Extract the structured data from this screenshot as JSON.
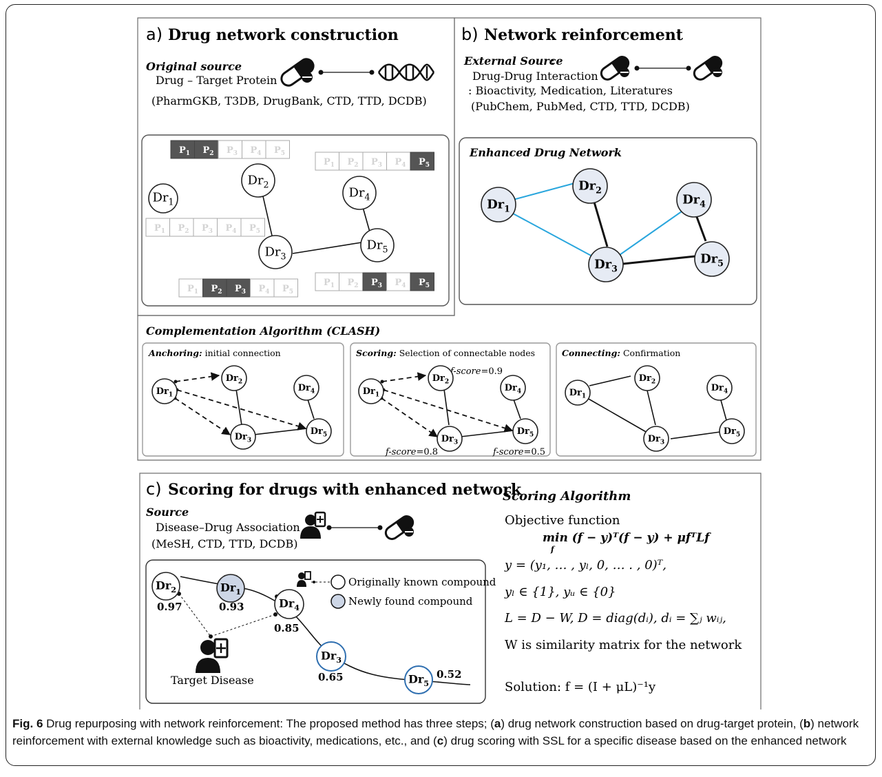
{
  "panel_a": {
    "letter": "a)",
    "title": "Drug network construction",
    "source_heading": "Original source",
    "source_line": "Drug – Target Protein",
    "databases": "(PharmGKB, T3DB, DrugBank, CTD, TTD, DCDB)",
    "protein_sub": [
      "1",
      "2",
      "3",
      "4",
      "5"
    ]
  },
  "panel_b": {
    "letter": "b)",
    "title": "Network reinforcement",
    "source_heading": "External Source",
    "source_colon": ":",
    "source_line": "Drug-Drug Interaction",
    "source_line2": ": Bioactivity, Medication, Literatures",
    "databases": "(PubChem, PubMed, CTD, TTD, DCDB)",
    "network_title": "Enhanced Drug Network"
  },
  "clash": {
    "title": "Complementation Algorithm (CLASH)",
    "steps": [
      {
        "name": "Anchoring:",
        "desc": " initial connection"
      },
      {
        "name": "Scoring:",
        "desc": " Selection of connectable nodes"
      },
      {
        "name": "Connecting:",
        "desc": " Confirmation"
      }
    ],
    "fscore_label": "f-score",
    "fscores": [
      "=0.9",
      "=0.8",
      "=0.5"
    ]
  },
  "panel_c": {
    "letter": "c)",
    "title": "Scoring for drugs with enhanced network",
    "source_heading": "Source",
    "source_line": "Disease–Drug Association",
    "databases": "(MeSH, CTD, TTD, DCDB)",
    "legend": [
      "Originally known compound",
      "Newly found compound"
    ],
    "target_label": "Target Disease",
    "scores": [
      "0.97",
      "0.93",
      "0.85",
      "0.65",
      "0.52"
    ]
  },
  "algorithm": {
    "title": "Scoring Algorithm",
    "objective_label": "Objective function",
    "objective": "min (f − y)ᵀ(f − y) + μfᵀLf",
    "objective_sub": "f",
    "line_y": "y = (y₁, … , yₗ, 0, … . , 0)ᵀ,",
    "line_domain": "yₗ ∈ {1},   yᵤ ∈ {0}",
    "line_laplacian": "L = D − W,  D = diag(dᵢ),  dᵢ = ∑ⱼ wᵢⱼ,",
    "line_w": "W is similarity matrix for the network",
    "solution": "Solution:  f = (I + μL)⁻¹y"
  },
  "node_label": "Dr",
  "node_subs": [
    "1",
    "2",
    "3",
    "4",
    "5"
  ],
  "colors": {
    "highlight_edge": "#29a6dd",
    "protein_on": "#555555",
    "newly_found": "#cdd6e6",
    "node_ring_blue": "#2f6fb0"
  },
  "caption": {
    "fig": "Fig. 6",
    "p1": " Drug repurposing with network reinforcement: The proposed method has three steps; (",
    "a": "a",
    "p2": ") drug network construction based on drug-target protein, (",
    "b": "b",
    "p3": ") network reinforcement with external knowledge such as bioactivity, medications, etc., and (",
    "c": "c",
    "p4": ") drug scoring with SSL for a specific disease based on the enhanced network"
  }
}
